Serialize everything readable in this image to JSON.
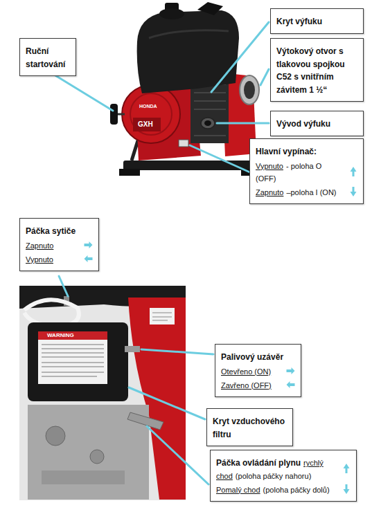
{
  "diagram": {
    "nodes": [
      {
        "text": [
          "Kryt výfuku"
        ]
      },
      {
        "text": [
          "Ruční startování"
        ]
      },
      {
        "text": [
          "Výtokový otvor s tlakovou spojkou C52 s vnitřním závitem 1 ½“"
        ]
      },
      {
        "text": [
          "Vývod výfuku"
        ]
      },
      {
        "text": [
          "Hlavní vypínač:",
          "Vypnuto",
          "- poloha O (OFF)",
          "Zapnuto",
          "–poloha I (ON)"
        ]
      },
      {
        "text": [
          "Páčka sytiče",
          "Zapnuto",
          "Vypnuto"
        ]
      },
      {
        "text": [
          "Palivový uzávěr",
          "Otevřeno (ON)",
          "Zavřeno (OFF)"
        ]
      },
      {
        "text": [
          "Kryt vzduchového filtru"
        ]
      },
      {
        "text": [
          "Páčka ovládání plynu",
          "rychlý chod",
          "(poloha páčky nahoru)",
          "Pomalý chod",
          "(poloha páčky dolů)"
        ]
      }
    ],
    "labels": [
      "HONDA",
      "GXH",
      "WARNING"
    ]
  }
}
